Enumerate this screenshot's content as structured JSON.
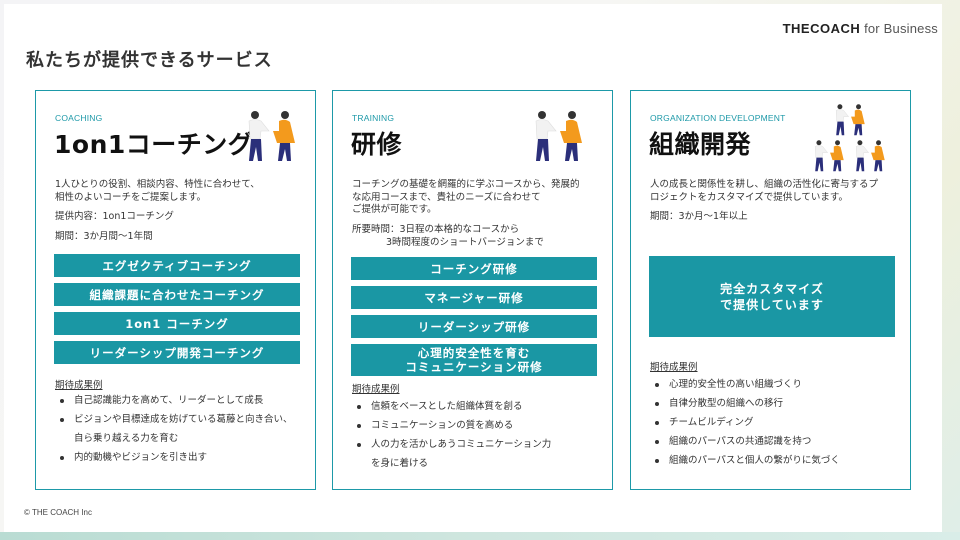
{
  "header": {
    "brand_strong": "THECOACH",
    "brand_light": "for Business",
    "page_title": "私たちが提供できるサービス"
  },
  "colors": {
    "accent": "#1a97a4",
    "border": "#1d99a8",
    "person_orange": "#f39a1d",
    "person_navy": "#2b2f7a"
  },
  "cards": [
    {
      "eyebrow": "COACHING",
      "title": "1on1コーチング",
      "description": [
        "1人ひとりの役割、相談内容、特性に合わせて、",
        "相性のよいコーチをご提案します。"
      ],
      "offer": "提供内容：1on1コーチング",
      "period": "期間：3か月間〜1年間",
      "buttons": [
        "エグゼクティブコーチング",
        "組織課題に合わせたコーチング",
        "1on1 コーチング",
        "リーダーシップ開発コーチング"
      ],
      "results_heading": "期待成果例",
      "results": [
        [
          "自己認識能力を高めて、リーダーとして成長"
        ],
        [
          "ビジョンや目標達成を妨げている葛藤と向き合い、",
          "自ら乗り越える力を育む"
        ],
        [
          "内的動機やビジョンを引き出す"
        ]
      ]
    },
    {
      "eyebrow": "TRAINING",
      "title": "研修",
      "description": [
        "コーチングの基礎を網羅的に学ぶコースから、発展的",
        "な応用コースまで、貴社のニーズに合わせて",
        "ご提供が可能です。"
      ],
      "duration": [
        "所要時間：3日程の本格的なコースから",
        "3時間程度のショートバージョンまで"
      ],
      "buttons": [
        "コーチング研修",
        "マネージャー研修",
        "リーダーシップ研修"
      ],
      "button_tall": [
        "心理的安全性を育む",
        "コミュニケーション研修"
      ],
      "results_heading": "期待成果例",
      "results": [
        [
          "信頼をベースとした組織体質を創る"
        ],
        [
          "コミュニケーションの質を高める"
        ],
        [
          "人の力を活かしあうコミュニケーション力",
          "を身に着ける"
        ]
      ]
    },
    {
      "eyebrow": "ORGANIZATION DEVELOPMENT",
      "title": "組織開発",
      "description": [
        "人の成長と関係性を耕し、組織の活性化に寄与するプ",
        "ロジェクトをカスタマイズで提供しています。"
      ],
      "period": "期間：3か月〜1年以上",
      "custom_block": [
        "完全カスタマイズ",
        "で提供しています"
      ],
      "results_heading": "期待成果例",
      "results": [
        [
          "心理的安全性の高い組織づくり"
        ],
        [
          "自律分散型の組織への移行"
        ],
        [
          "チームビルディング"
        ],
        [
          "組織のパーパスの共通認識を持つ"
        ],
        [
          "組織のパーパスと個人の繋がりに気づく"
        ]
      ]
    }
  ],
  "footer": {
    "copyright": "© THE COACH Inc"
  }
}
